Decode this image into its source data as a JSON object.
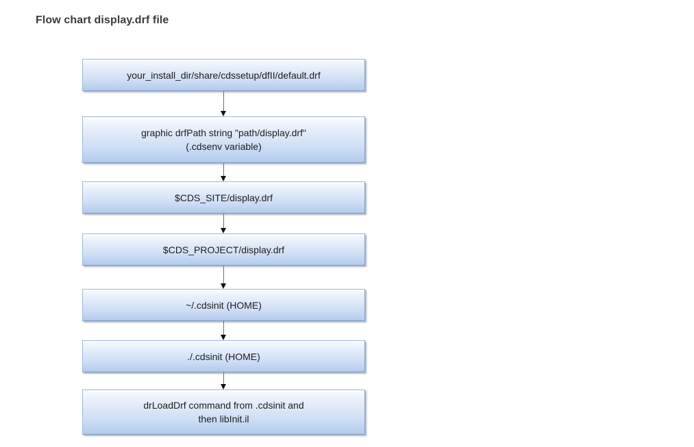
{
  "page": {
    "title": "Flow chart display.drf file",
    "background_color": "#ffffff",
    "title_color": "#3b3b3b"
  },
  "flowchart": {
    "type": "flowchart",
    "orientation": "vertical-top-to-bottom",
    "node_fill_top": "#fcfdff",
    "node_fill_bottom": "#b4cbec",
    "node_border_color": "#7f9ec4",
    "connector_color": "#6c6c6c",
    "arrowhead_color": "#111111",
    "nodes": [
      {
        "id": "node-1",
        "label": "your_install_dir/share/cdssetup/dfII/default.drf"
      },
      {
        "id": "node-2",
        "label": "graphic drfPath string \"path/display.drf\"\n(.cdsenv variable)"
      },
      {
        "id": "node-3",
        "label": "$CDS_SITE/display.drf"
      },
      {
        "id": "node-4",
        "label": "$CDS_PROJECT/display.drf"
      },
      {
        "id": "node-5",
        "label": "~/.cdsinit (HOME)"
      },
      {
        "id": "node-6",
        "label": "./.cdsinit (HOME)"
      },
      {
        "id": "node-7",
        "label": "drLoadDrf command from .cdsinit and\nthen libInit.il"
      }
    ],
    "edges": [
      {
        "from": "node-1",
        "to": "node-2"
      },
      {
        "from": "node-2",
        "to": "node-3"
      },
      {
        "from": "node-3",
        "to": "node-4"
      },
      {
        "from": "node-4",
        "to": "node-5"
      },
      {
        "from": "node-5",
        "to": "node-6"
      },
      {
        "from": "node-6",
        "to": "node-7"
      }
    ]
  }
}
